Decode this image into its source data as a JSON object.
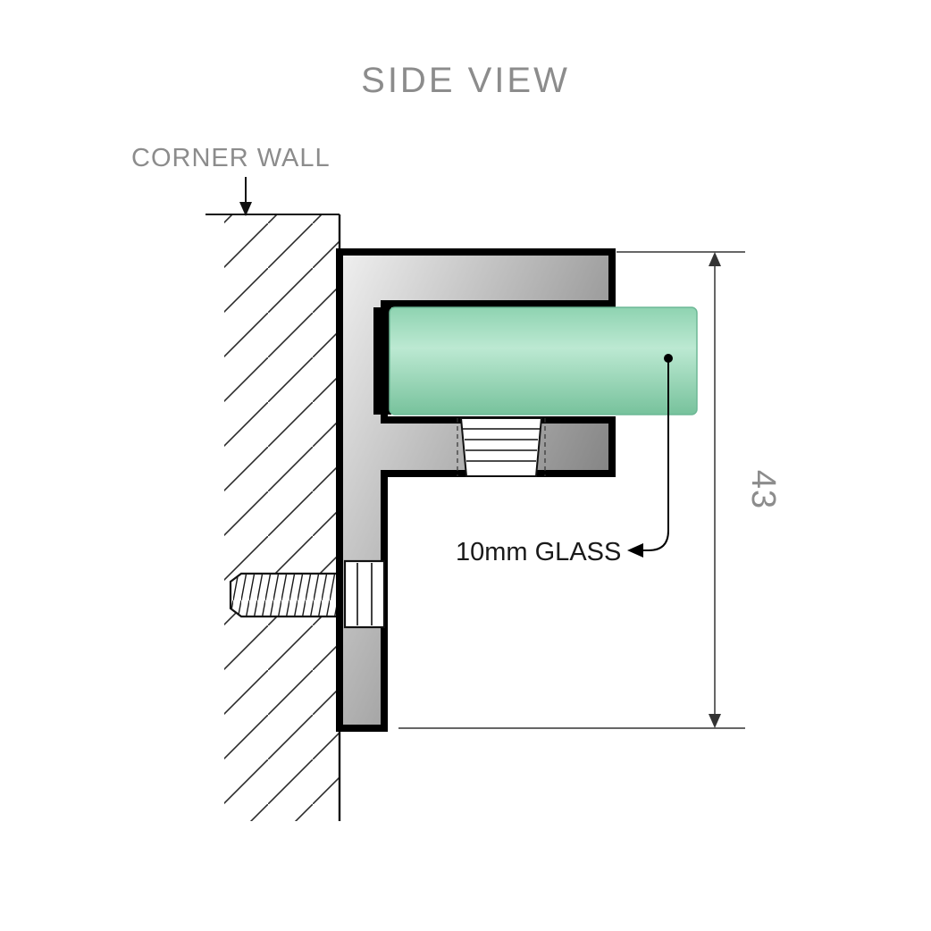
{
  "page": {
    "background": "#ffffff"
  },
  "diagram": {
    "title": "SIDE VIEW",
    "wall_label": "CORNER WALL",
    "glass_label": "10mm GLASS",
    "dimension": {
      "value": "43",
      "unit": "mm-implied"
    },
    "colors": {
      "label_gray": "#8c8c8c",
      "outline": "#000000",
      "dim_line": "#333333",
      "glass_top": "#8ed3b1",
      "glass_light": "#bce9d2",
      "glass_bottom": "#77c29c",
      "bracket_light": "#f0f0f0",
      "bracket_mid": "#b0b0b0",
      "bracket_dark": "#6e6e6e"
    }
  }
}
